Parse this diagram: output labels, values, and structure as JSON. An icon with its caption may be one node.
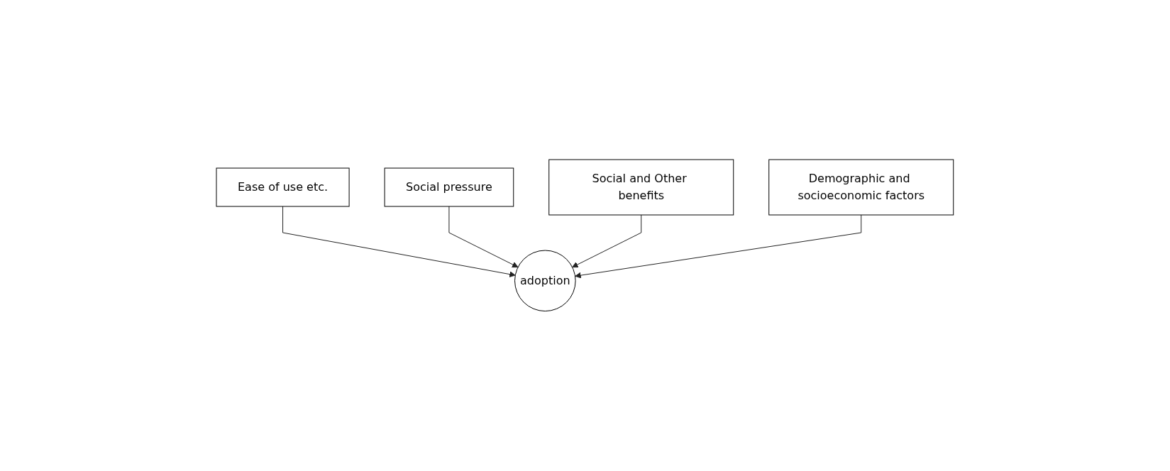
{
  "diagram": {
    "nodes": [
      {
        "text": [
          "Ease of use etc."
        ]
      },
      {
        "text": [
          "Social pressure"
        ]
      },
      {
        "text": [
          "adoption"
        ]
      },
      {
        "text": [
          "Social and Other benefits"
        ]
      },
      {
        "text": [
          "Demographic and socioeconomic factors"
        ]
      }
    ],
    "edges": [
      {
        "from": 0,
        "to": 2,
        "arrow": "to"
      },
      {
        "from": 1,
        "to": 2,
        "arrow": "to"
      },
      {
        "from": 3,
        "to": 2,
        "arrow": "to"
      },
      {
        "from": 4,
        "to": 2,
        "arrow": "to"
      }
    ]
  }
}
